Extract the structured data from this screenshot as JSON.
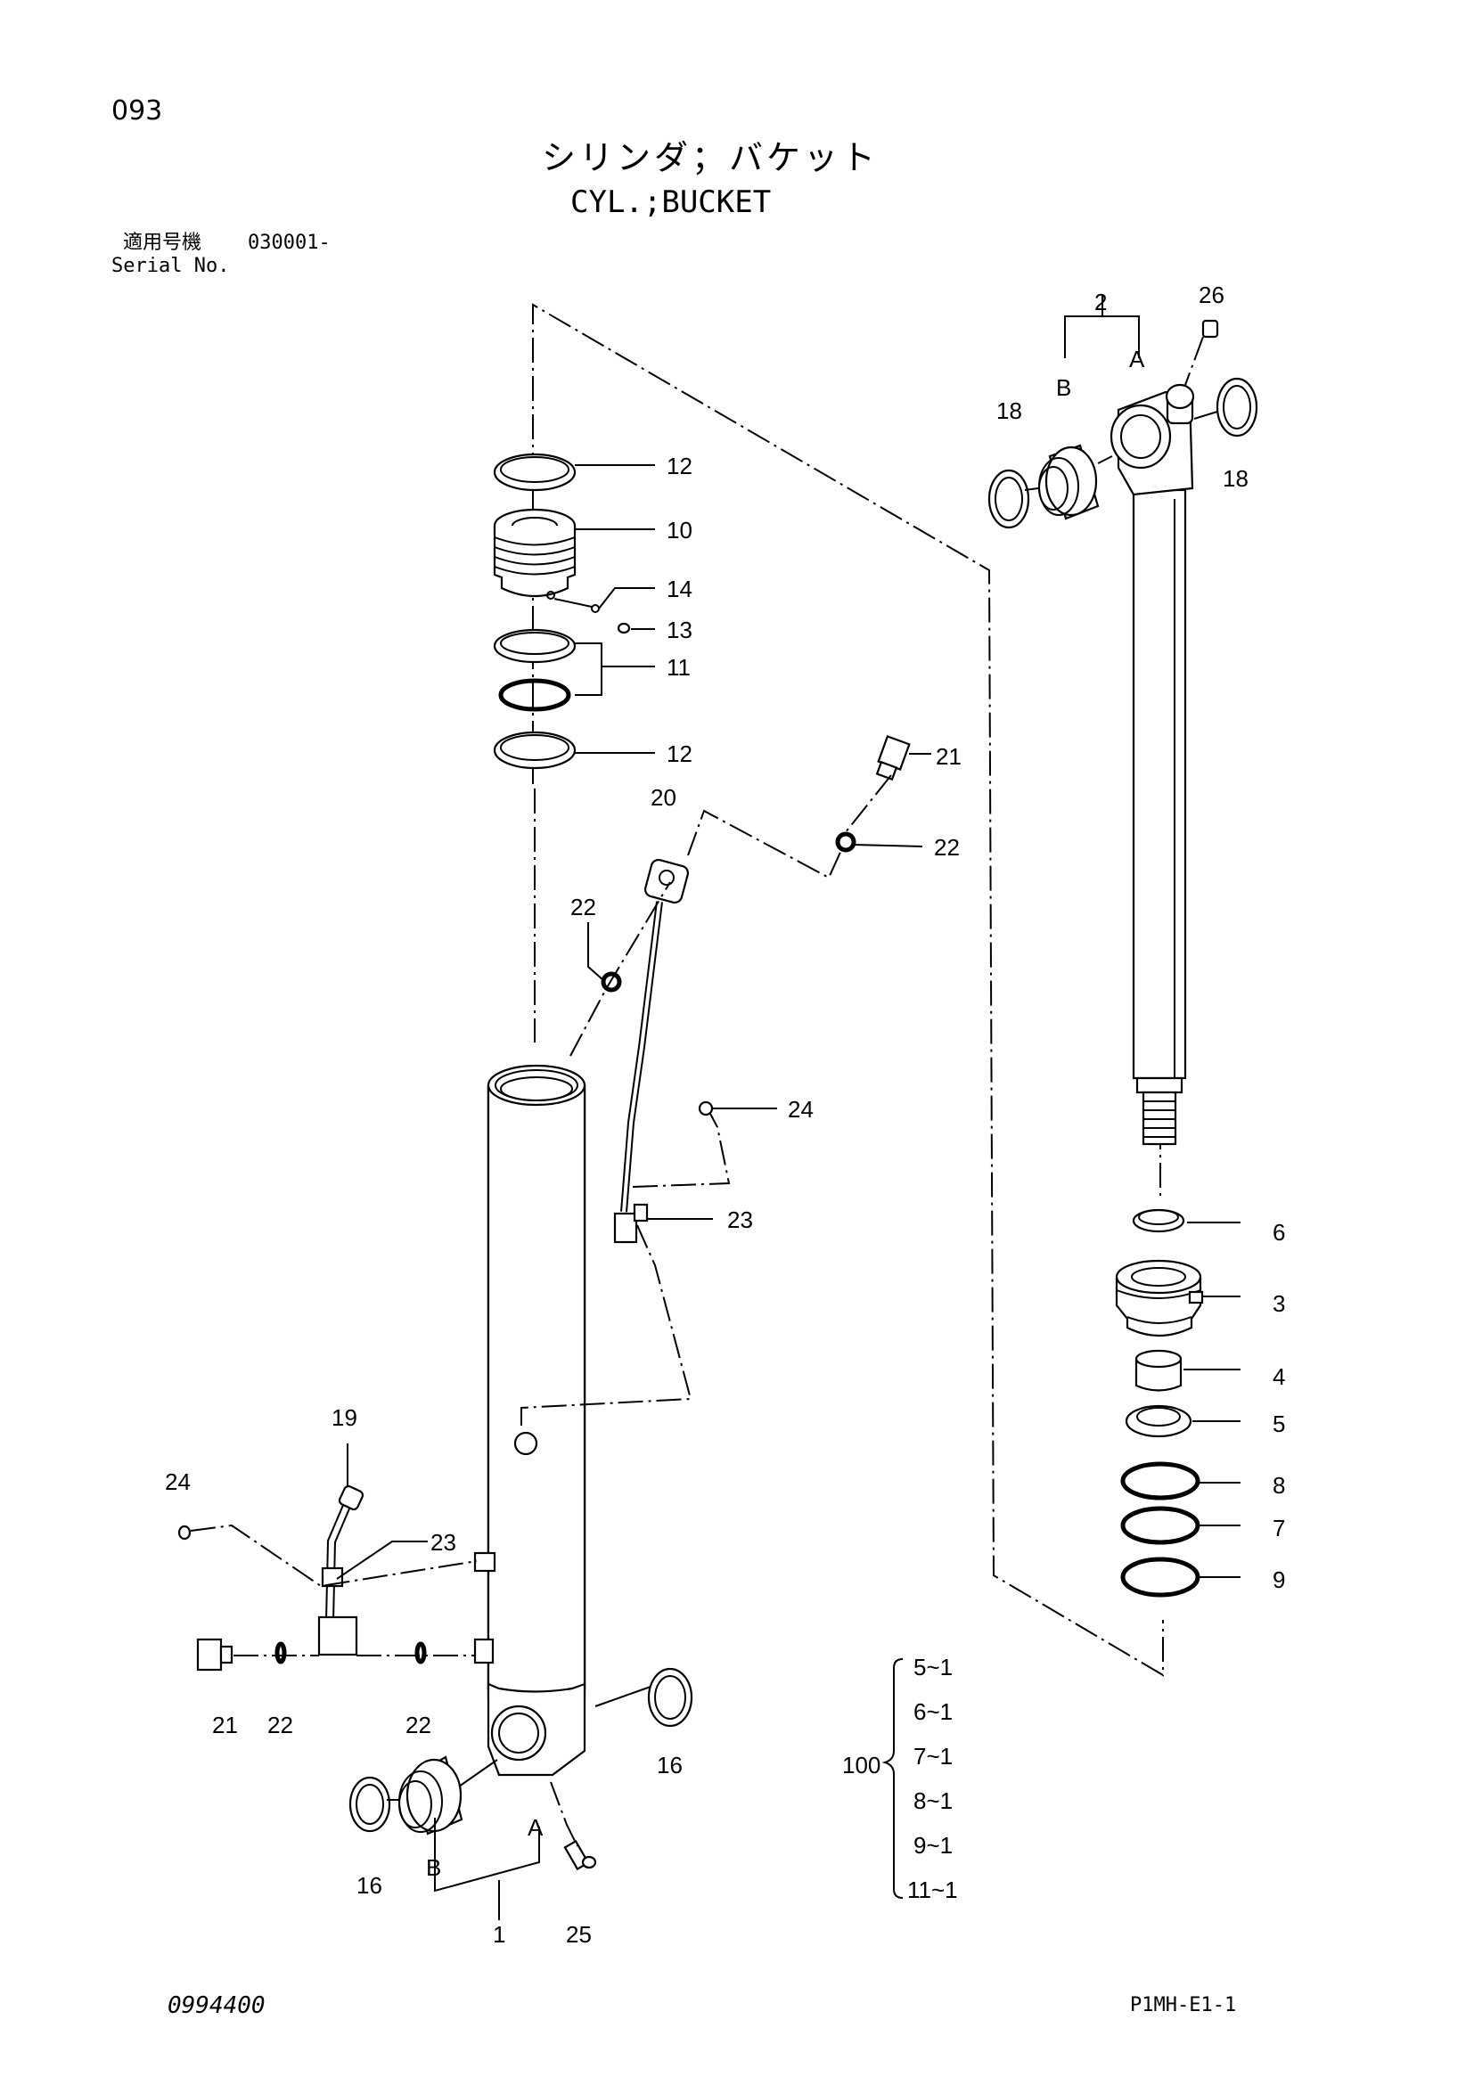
{
  "page_number": "093",
  "title_jp": "シリンダ；バケット",
  "title_en": "CYL.;BUCKET",
  "serial_label_jp": "適用号機",
  "serial_label_en": "Serial No.",
  "serial_value": "030001-",
  "doc_number": "0994400",
  "figure_code": "P1MH-E1-1",
  "part_labels": {
    "p1": "1",
    "p2": "2",
    "p3": "3",
    "p4": "4",
    "p5": "5",
    "p6": "6",
    "p7": "7",
    "p8": "8",
    "p9": "9",
    "p10": "10",
    "p11": "11",
    "p12a": "12",
    "p12b": "12",
    "p13": "13",
    "p14": "14",
    "p16a": "16",
    "p16b": "16",
    "p18a": "18",
    "p18b": "18",
    "p19": "19",
    "p20": "20",
    "p21a": "21",
    "p21b": "21",
    "p22a": "22",
    "p22b": "22",
    "p22c": "22",
    "p22d": "22",
    "p23a": "23",
    "p23b": "23",
    "p24a": "24",
    "p24b": "24",
    "p25": "25",
    "p26": "26",
    "a_rod": "A",
    "b_rod": "B",
    "a_tube": "A",
    "b_tube": "B"
  },
  "kit": {
    "number": "100",
    "items": [
      "5~1",
      "6~1",
      "7~1",
      "8~1",
      "9~1",
      "11~1"
    ]
  }
}
